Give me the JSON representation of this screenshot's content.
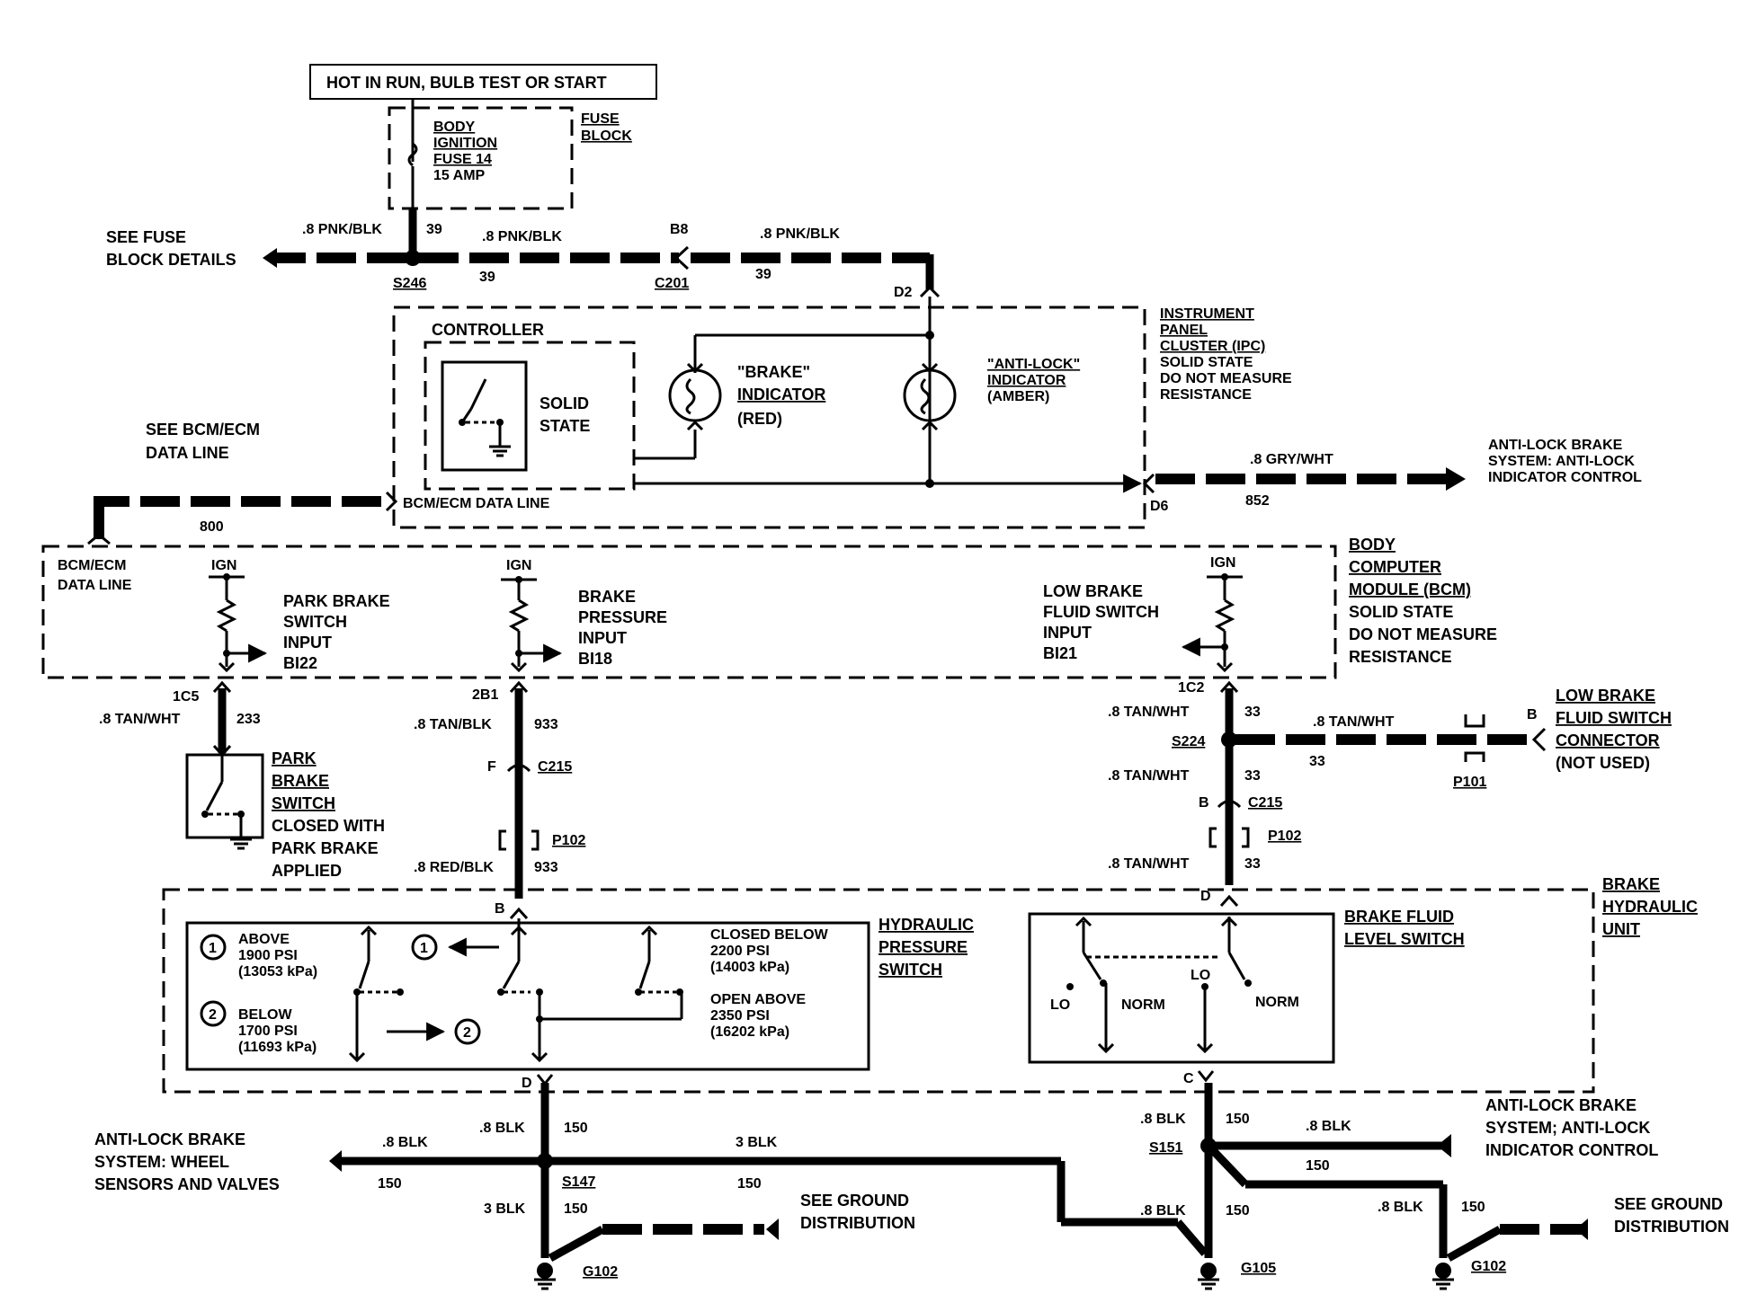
{
  "header_box": "HOT IN RUN, BULB TEST OR START",
  "fuse_block": {
    "title": [
      "FUSE",
      "BLOCK"
    ],
    "fuse": [
      "BODY",
      "IGNITION",
      "FUSE 14",
      "15 AMP"
    ]
  },
  "top_wiring": {
    "see_fuse": [
      "SEE FUSE",
      "BLOCK DETAILS"
    ],
    "w1": ".8 PNK/BLK",
    "w1_num": "39",
    "w2": ".8 PNK/BLK",
    "w2_num": "39",
    "w3": ".8 PNK/BLK",
    "w3_num": "39",
    "splice_s246": "S246",
    "conn_c201": "C201",
    "pin_b8": "B8",
    "pin_d2": "D2"
  },
  "ipc": {
    "title": [
      "INSTRUMENT",
      "PANEL",
      "CLUSTER (IPC)",
      "SOLID STATE",
      "DO NOT MEASURE",
      "RESISTANCE"
    ],
    "controller": "CONTROLLER",
    "solid_state": [
      "SOLID",
      "STATE"
    ],
    "brake_indicator": [
      "\"BRAKE\"",
      "INDICATOR",
      "(RED)"
    ],
    "antilock_indicator": [
      "\"ANTI-LOCK\"",
      "INDICATOR",
      "(AMBER)"
    ],
    "bcm_data_line": "BCM/ECM DATA LINE",
    "pin_d6": "D6"
  },
  "data_line": {
    "see_bcm": [
      "SEE BCM/ECM",
      "DATA LINE"
    ],
    "num": "800"
  },
  "antilock_out": {
    "wire": ".8 GRY/WHT",
    "num": "852",
    "label": [
      "ANTI-LOCK BRAKE",
      "SYSTEM: ANTI-LOCK",
      "INDICATOR CONTROL"
    ]
  },
  "bcm": {
    "title": [
      "BODY",
      "COMPUTER",
      "MODULE (BCM)",
      "SOLID STATE",
      "DO NOT MEASURE",
      "RESISTANCE"
    ],
    "data_line": [
      "BCM/ECM",
      "DATA LINE"
    ],
    "ign": "IGN",
    "park_input": [
      "PARK BRAKE",
      "SWITCH",
      "INPUT",
      "BI22"
    ],
    "pressure_input": [
      "BRAKE",
      "PRESSURE",
      "INPUT",
      "BI18"
    ],
    "fluid_input": [
      "LOW BRAKE",
      "FLUID SWITCH",
      "INPUT",
      "BI21"
    ]
  },
  "park_circuit": {
    "pin": "1C5",
    "wire": ".8 TAN/WHT",
    "num": "233",
    "switch": [
      "PARK",
      "BRAKE",
      "SWITCH",
      "CLOSED WITH",
      "PARK BRAKE",
      "APPLIED"
    ]
  },
  "pressure_circuit": {
    "pin": "2B1",
    "wire": ".8 TAN/BLK",
    "num": "933",
    "c215_pin": "F",
    "c215": "C215",
    "p102": "P102",
    "wire2": ".8 RED/BLK",
    "num2": "933",
    "pin_b": "B"
  },
  "fluid_circuit": {
    "pin": "1C2",
    "wire": ".8 TAN/WHT",
    "num": "33",
    "splice": "S224",
    "wire2": ".8 TAN/WHT",
    "num2": "33",
    "c215_pin": "B",
    "c215": "C215",
    "p102": "P102",
    "wire3": ".8 TAN/WHT",
    "num3": "33",
    "pin_d": "D",
    "branch_wire": ".8 TAN/WHT",
    "branch_num": "33",
    "p101": "P101",
    "pin_b": "B",
    "connector": [
      "LOW BRAKE",
      "FLUID SWITCH",
      "CONNECTOR",
      "(NOT USED)"
    ]
  },
  "hydraulic_unit": {
    "title": [
      "BRAKE",
      "HYDRAULIC",
      "UNIT"
    ],
    "pressure_switch": [
      "HYDRAULIC",
      "PRESSURE",
      "SWITCH"
    ],
    "above": [
      "ABOVE",
      "1900 PSI",
      "(13053 kPa)"
    ],
    "below": [
      "BELOW",
      "1700 PSI",
      "(11693 kPa)"
    ],
    "closed_below": [
      "CLOSED BELOW",
      "2200 PSI",
      "(14003 kPa)"
    ],
    "open_above": [
      "OPEN ABOVE",
      "2350 PSI",
      "(16202 kPa)"
    ],
    "fluid_switch": [
      "BRAKE FLUID",
      "LEVEL SWITCH"
    ],
    "lo": "LO",
    "norm": "NORM",
    "marker1": "1",
    "marker2": "2",
    "pin_d": "D",
    "pin_c": "C"
  },
  "ground_left": {
    "wire_down": ".8 BLK",
    "num_down": "150",
    "left_wire": ".8 BLK",
    "left_num": "150",
    "left_label": [
      "ANTI-LOCK BRAKE",
      "SYSTEM: WHEEL",
      "SENSORS AND VALVES"
    ],
    "right_wire": "3 BLK",
    "right_num": "150",
    "splice": "S147",
    "wire_g": "3 BLK",
    "num_g": "150",
    "see_ground": [
      "SEE GROUND",
      "DISTRIBUTION"
    ],
    "ground": "G102"
  },
  "ground_right": {
    "wire_down": ".8 BLK",
    "num_down": "150",
    "splice": "S151",
    "right_wire": ".8 BLK",
    "right_num": "150",
    "right_label": [
      "ANTI-LOCK BRAKE",
      "SYSTEM; ANTI-LOCK",
      "INDICATOR CONTROL"
    ],
    "wire_g": ".8 BLK",
    "num_g": "150",
    "ground_g105": "G105",
    "wire_g102": ".8 BLK",
    "num_g102": "150",
    "see_ground": [
      "SEE GROUND",
      "DISTRIBUTION"
    ],
    "ground_g102": "G102"
  }
}
